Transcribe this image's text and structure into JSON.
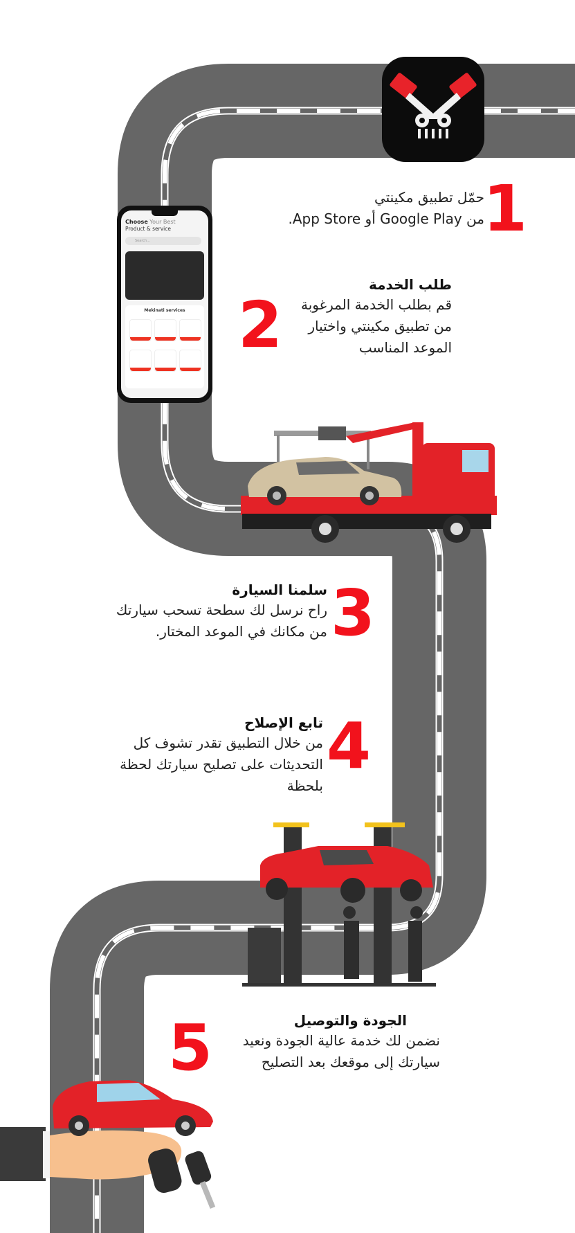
{
  "colors": {
    "accent": "#f2121c",
    "road": "#666666",
    "road_border": "#ffffff"
  },
  "steps": [
    {
      "number": "1",
      "title": "",
      "lines": [
        "حمّل تطبيق مكينتي",
        "من Google Play أو App Store."
      ]
    },
    {
      "number": "2",
      "title": "طلب الخدمة",
      "lines": [
        "قم بطلب الخدمة المرغوبة",
        "من تطبيق مكينتي واختيار",
        "الموعد المناسب"
      ]
    },
    {
      "number": "3",
      "title": "سلمنا السيارة",
      "lines": [
        "راح نرسل لك سطحة تسحب سيارتك",
        "من مكانك في الموعد المختار."
      ]
    },
    {
      "number": "4",
      "title": "تابع الإصلاح",
      "lines": [
        "من خلال التطبيق تقدر تشوف كل",
        "التحديثات على تصليح سيارتك لحظة",
        "بلحظة"
      ]
    },
    {
      "number": "5",
      "title": "الجودة والتوصيل",
      "lines": [
        "نضمن لك خدمة عالية الجودة ونعيد",
        "سيارتك إلى موقعك بعد التصليح"
      ]
    }
  ],
  "phone": {
    "header_bold": "Choose",
    "header_rest": " Your Best",
    "subheader": "Product & service",
    "search_placeholder": "Search...",
    "services_title": "Mekinati services"
  },
  "icons": [
    "app-logo-engine-icon",
    "phone-mockup",
    "tow-truck-illustration",
    "car-lift-illustration",
    "hand-car-keys-illustration"
  ]
}
